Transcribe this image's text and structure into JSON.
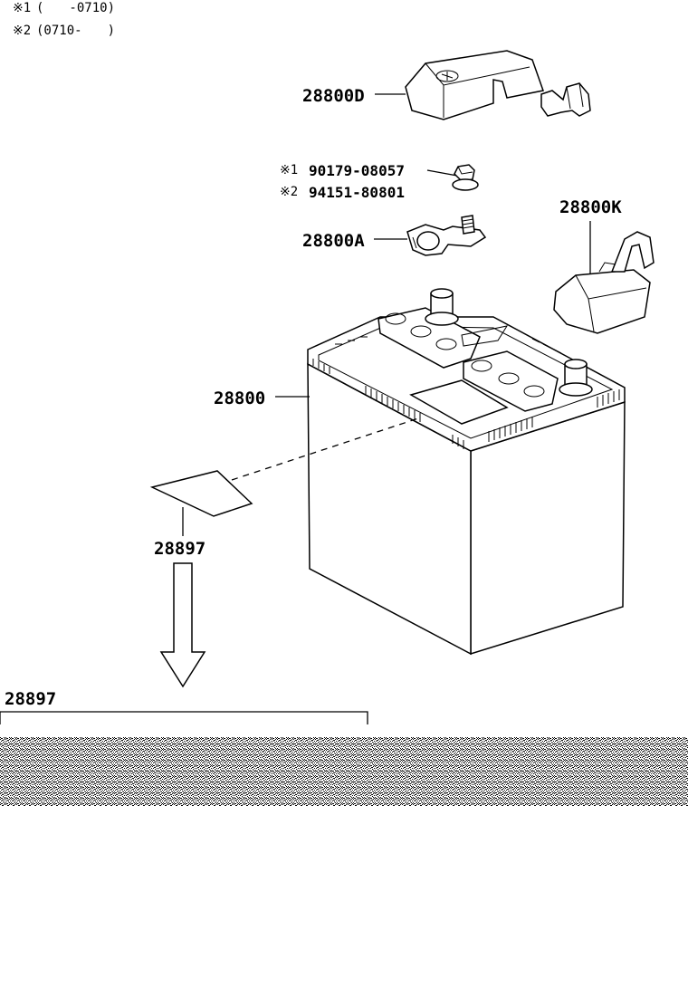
{
  "notes": [
    {
      "mark": "※1",
      "text": "(　　-0710)"
    },
    {
      "mark": "※2",
      "text": "(0710-　　)"
    }
  ],
  "parts": {
    "cover_d": "28800D",
    "bolt_note1_mark": "※1",
    "bolt_note1": "90179-08057",
    "bolt_note2_mark": "※2",
    "bolt_note2": "94151-80801",
    "terminal_a": "28800A",
    "cover_k": "28800K",
    "battery": "28800",
    "label_sheet": "28897"
  },
  "detail": {
    "title": "28897"
  }
}
